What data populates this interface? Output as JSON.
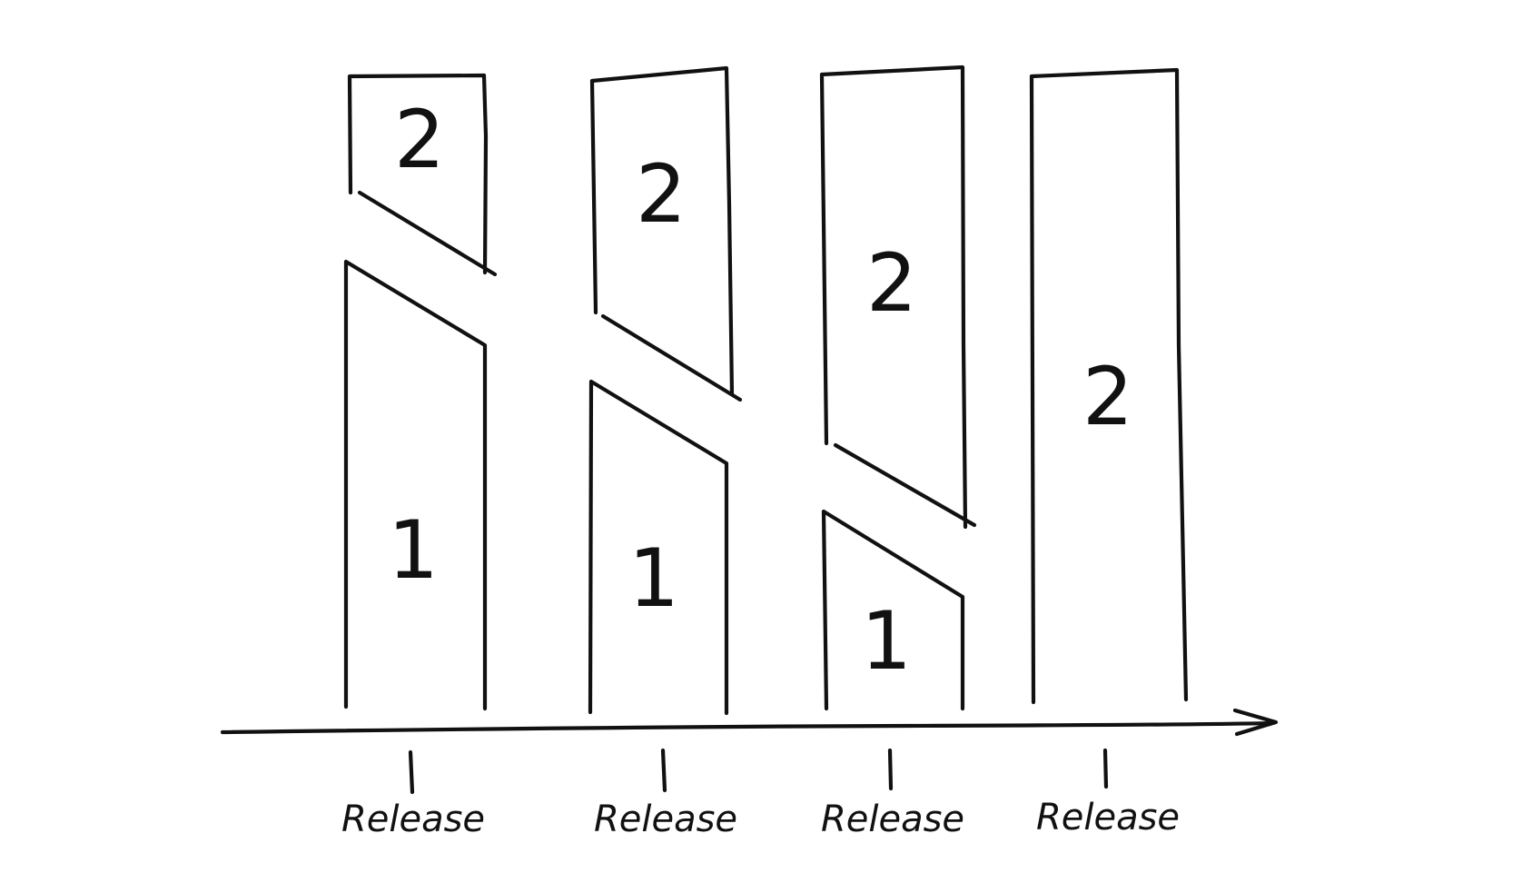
{
  "labels": {
    "digit_one": "1",
    "digit_two": "2",
    "release": "Release"
  },
  "stroke_color": "#111111",
  "background_color": "#ffffff"
}
